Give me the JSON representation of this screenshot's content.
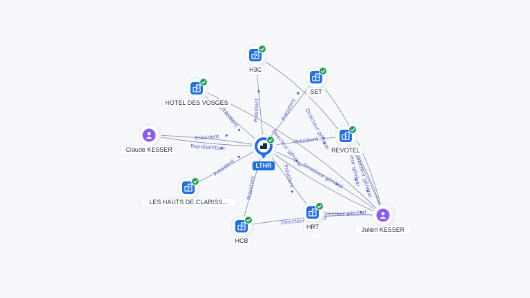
{
  "nodes": [
    {
      "id": "lthr",
      "label": "LTHR",
      "kind": "company",
      "center": true,
      "verified": true
    },
    {
      "id": "h3c",
      "label": "H3C",
      "kind": "company",
      "verified": true
    },
    {
      "id": "set",
      "label": "SET",
      "kind": "company",
      "verified": true
    },
    {
      "id": "hotel_vosges",
      "label": "HOTEL DES VOSGES",
      "kind": "company",
      "verified": true
    },
    {
      "id": "revotel",
      "label": "REVOTEL",
      "kind": "company",
      "verified": true
    },
    {
      "id": "claude",
      "label": "Claude KESSER",
      "kind": "person",
      "verified": false
    },
    {
      "id": "hauts",
      "label": "LES HAUTS DE CLARISS...",
      "kind": "company",
      "verified": true
    },
    {
      "id": "julien",
      "label": "Julien KESSER",
      "kind": "person",
      "verified": false
    },
    {
      "id": "hrt",
      "label": "HRT",
      "kind": "company",
      "verified": true
    },
    {
      "id": "hcb",
      "label": "HCB",
      "kind": "company",
      "verified": true
    }
  ],
  "edges": [
    {
      "from": "h3c",
      "to": "lthr",
      "label": "Président"
    },
    {
      "from": "hotel_vosges",
      "to": "lthr",
      "label": "Président"
    },
    {
      "from": "claude",
      "to": "lthr",
      "label": "Président"
    },
    {
      "from": "claude",
      "to": "lthr",
      "label": "Représentant"
    },
    {
      "from": "hauts",
      "to": "lthr",
      "label": "Président"
    },
    {
      "from": "hcb",
      "to": "lthr",
      "label": "Président"
    },
    {
      "from": "hrt",
      "to": "lthr",
      "label": "Président"
    },
    {
      "from": "revotel",
      "to": "lthr",
      "label": "Président"
    },
    {
      "from": "set",
      "to": "lthr",
      "label": "Président"
    },
    {
      "from": "julien",
      "to": "lthr",
      "label": "Directeur général"
    },
    {
      "from": "julien",
      "to": "lthr",
      "label": "Directeur général"
    },
    {
      "from": "julien",
      "to": "hrt",
      "label": "Directeur général"
    },
    {
      "from": "julien",
      "to": "hcb",
      "label": "Directeur général"
    },
    {
      "from": "julien",
      "to": "revotel",
      "label": "Directeur général"
    },
    {
      "from": "julien",
      "to": "set",
      "label": "Directeur général"
    },
    {
      "from": "julien",
      "to": "h3c",
      "label": "Directeur général"
    },
    {
      "from": "julien",
      "to": "hotel_vosges",
      "label": "Directeur général"
    }
  ],
  "colors": {
    "company": "#1f6fe5",
    "person": "#8b5cf6",
    "verified": "#1f9d55",
    "edge_label": "#5a5fd0"
  },
  "icons": {
    "company": "building-icon",
    "person": "person-icon",
    "verified": "check-icon"
  }
}
